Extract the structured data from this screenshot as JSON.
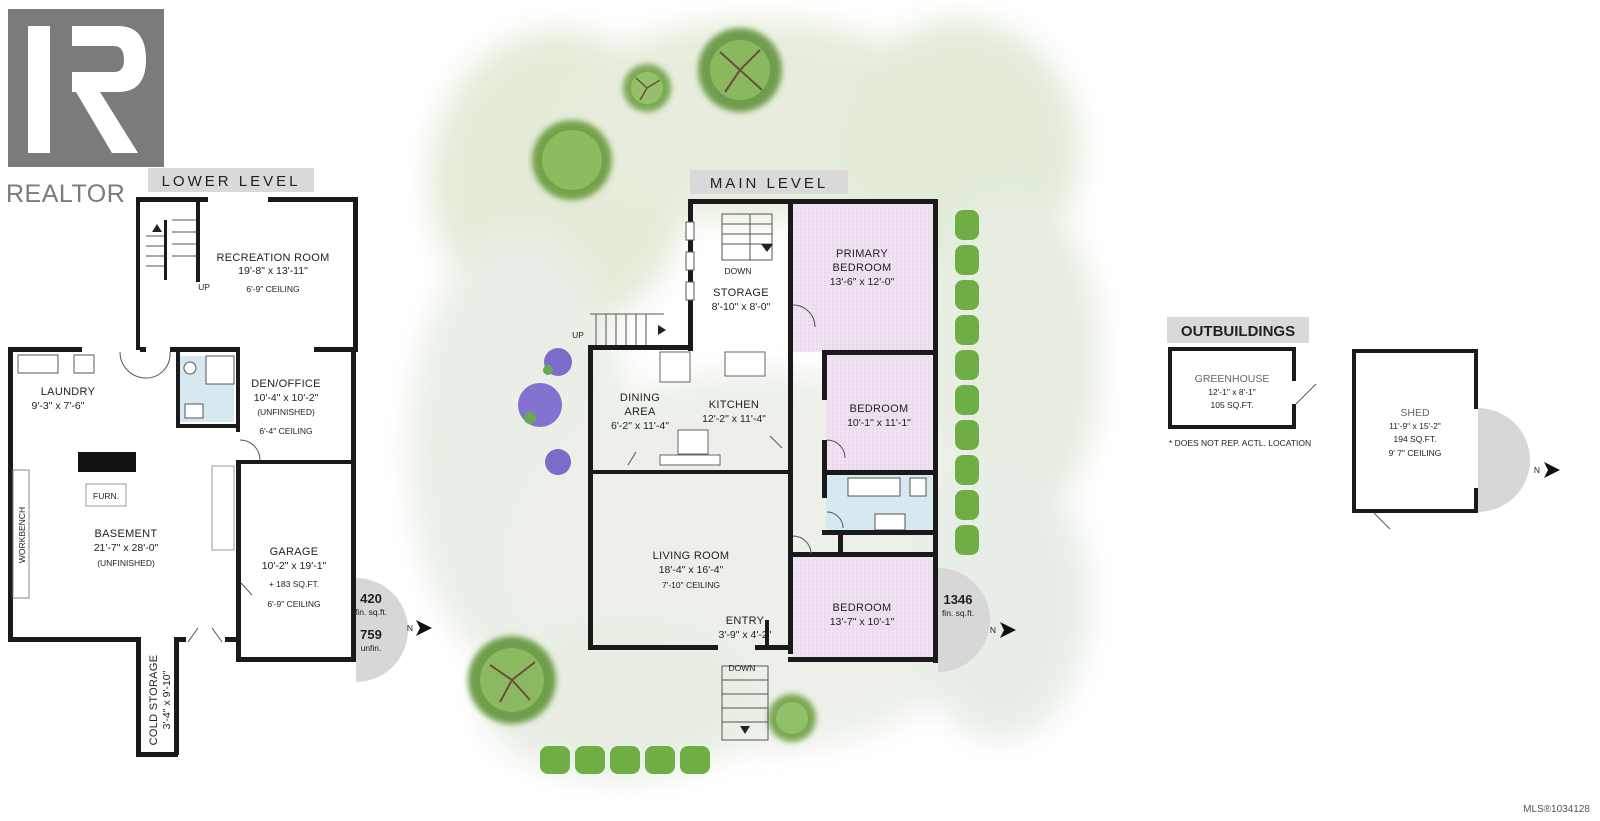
{
  "brand": {
    "logo_text": "REALTOR"
  },
  "mls_number": "MLS®1034128",
  "lower_level": {
    "title": "LOWER LEVEL",
    "rooms": [
      {
        "name": "RECREATION ROOM",
        "dims": "19'-8\" x 13'-11\"",
        "note": "6'-9\" CEILING"
      },
      {
        "name": "LAUNDRY",
        "dims": "9'-3\" x 7'-6\""
      },
      {
        "name": "DEN/OFFICE",
        "dims": "10'-4\" x 10'-2\"",
        "note": "(UNFINISHED)",
        "note2": "6'-4\" CEILING"
      },
      {
        "name": "BASEMENT",
        "dims": "21'-7\" x 28'-0\"",
        "note": "(UNFINISHED)"
      },
      {
        "name": "GARAGE",
        "dims": "10'-2\" x 19'-1\"",
        "note": "+ 183 SQ.FT.",
        "note2": "6'-9\" CEILING"
      },
      {
        "name": "COLD STORAGE",
        "dims": "3'-4\" x 9'-10\""
      }
    ],
    "labels": {
      "up": "UP",
      "furn": "FURN.",
      "workbench": "WORKBENCH"
    },
    "area": {
      "finished": "420",
      "finished_unit": "fin. sq.ft.",
      "unfinished": "759",
      "unfinished_unit": "unfin."
    },
    "compass": "N"
  },
  "main_level": {
    "title": "MAIN LEVEL",
    "rooms": [
      {
        "name": "STORAGE",
        "dims": "8'-10\" x 8'-0\""
      },
      {
        "name": "PRIMARY",
        "name2": "BEDROOM",
        "dims": "13'-6\" x 12'-0\""
      },
      {
        "name": "DINING",
        "name2": "AREA",
        "dims": "6'-2\" x 11'-4\""
      },
      {
        "name": "KITCHEN",
        "dims": "12'-2\" x 11'-4\""
      },
      {
        "name": "BEDROOM",
        "dims": "10'-1\" x 11'-1\""
      },
      {
        "name": "LIVING ROOM",
        "dims": "18'-4\" x 16'-4\"",
        "note": "7'-10\" CEILING"
      },
      {
        "name": "ENTRY",
        "dims": "3'-9\" x 4'-2\""
      },
      {
        "name": "BEDROOM",
        "dims": "13'-7\" x 10'-1\""
      }
    ],
    "labels": {
      "down_top": "DOWN",
      "up": "UP",
      "down_bottom": "DOWN"
    },
    "area": {
      "finished": "1346",
      "finished_unit": "fin. sq.ft."
    },
    "compass": "N"
  },
  "outbuildings": {
    "title": "OUTBUILDINGS",
    "greenhouse": {
      "name": "GREENHOUSE",
      "dims": "12'-1\" x 8'-1\"",
      "area": "105 SQ.FT."
    },
    "note": "* DOES NOT REP. ACTL. LOCATION",
    "shed": {
      "name": "SHED",
      "dims": "11'-9\" x 15'-2\"",
      "area": "194 SQ.FT.",
      "ceiling": "9' 7\" CEILING"
    },
    "compass": "N"
  },
  "colors": {
    "wall": "#1a1a1a",
    "bedroom_fill": "#efe2f0",
    "bath_fill": "#d6e8f0",
    "foliage": "#e4ecd9",
    "tree": "#6aa84f"
  }
}
